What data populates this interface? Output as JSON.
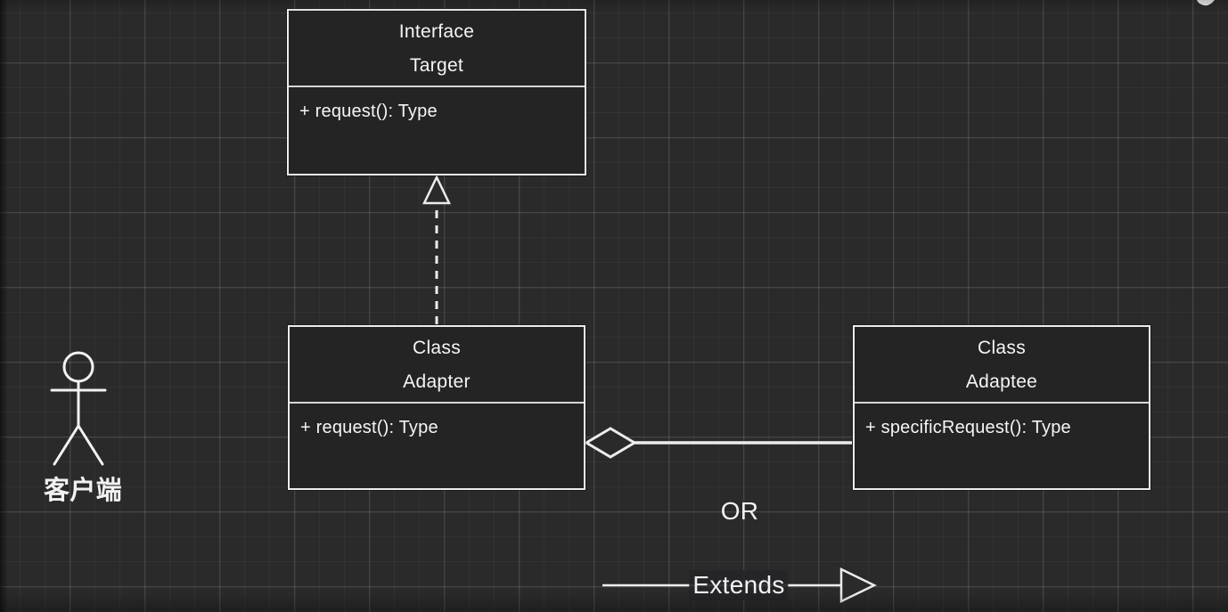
{
  "diagram": {
    "title_context": "UML class diagram of the Adapter design pattern",
    "actor": {
      "label": "客户端"
    },
    "classes": [
      {
        "id": "target",
        "stereotype": "Interface",
        "name": "Target",
        "members": [
          "+ request(): Type"
        ]
      },
      {
        "id": "adapter",
        "stereotype": "Class",
        "name": "Adapter",
        "members": [
          "+ request(): Type"
        ]
      },
      {
        "id": "adaptee",
        "stereotype": "Class",
        "name": "Adaptee",
        "members": [
          "+ specificRequest(): Type"
        ]
      }
    ],
    "relations": [
      {
        "type": "realization",
        "from": "Adapter",
        "to": "Target",
        "style": "dashed-line-hollow-triangle"
      },
      {
        "type": "aggregation",
        "from": "Adapter",
        "to": "Adaptee",
        "style": "solid-line-hollow-diamond"
      }
    ],
    "annotations": {
      "or_label": "OR",
      "extends_label": "Extends"
    }
  },
  "colors": {
    "background": "#2a2a2b",
    "box_fill": "#242425",
    "stroke": "#ececec",
    "text": "#f2f2f2",
    "grid_line": "#3a3a3b"
  }
}
